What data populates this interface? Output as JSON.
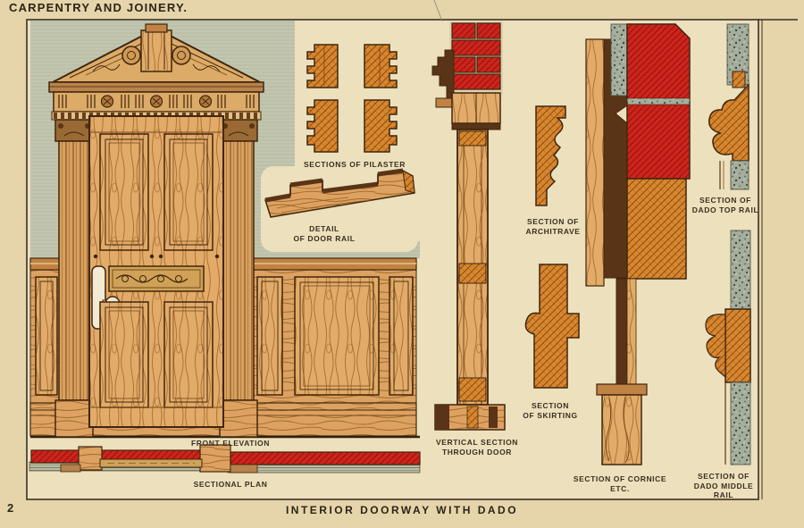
{
  "page": {
    "title": "CARPENTRY AND JOINERY.",
    "number": "2",
    "plate_title": "INTERIOR DOORWAY WITH DADO"
  },
  "figures": {
    "pilaster": {
      "caption": "SECTIONS OF PILASTER"
    },
    "door_rail": {
      "caption_line1": "DETAIL",
      "caption_line2": "OF DOOR RAIL"
    },
    "elevation": {
      "caption": "FRONT ELEVATION"
    },
    "plan": {
      "caption": "SECTIONAL PLAN"
    },
    "vertical_section": {
      "caption_line1": "VERTICAL SECTION",
      "caption_line2": "THROUGH DOOR"
    },
    "architrave": {
      "caption_line1": "SECTION OF",
      "caption_line2": "ARCHITRAVE"
    },
    "skirting": {
      "caption_line1": "SECTION",
      "caption_line2": "OF SKIRTING"
    },
    "cornice": {
      "caption_line1": "SECTION OF CORNICE",
      "caption_line2": "ETC."
    },
    "dado_top_rail": {
      "caption_line1": "SECTION OF",
      "caption_line2": "DADO TOP RAIL"
    },
    "dado_middle_rail": {
      "caption_line1": "SECTION OF",
      "caption_line2": "DADO MIDDLE",
      "caption_line3": "RAIL"
    }
  },
  "colors": {
    "paper": "#e6d5aa",
    "plate_background": "#ece0bd",
    "wood_light": "#e2ab69",
    "wood_mid": "#c08344",
    "wood_end_grain_orange": "#d8872e",
    "wood_dark_brown": "#5a3416",
    "outline_brown": "#40260e",
    "brick_red": "#ce241c",
    "wall_green": "#c9cdb5",
    "plaster_gray_green": "#a5ae9c",
    "ink": "#2b2418"
  }
}
